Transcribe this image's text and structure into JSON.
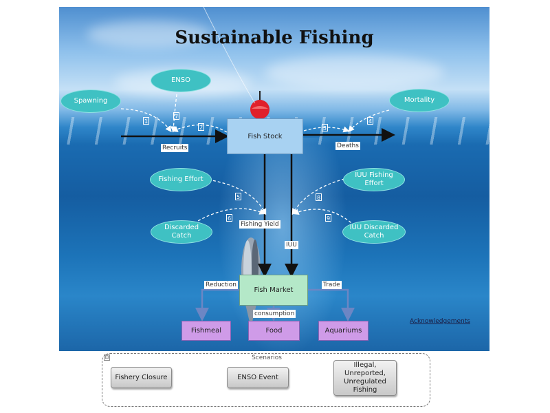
{
  "title": "Sustainable Fishing",
  "nodes": {
    "spawning": "Spawning",
    "enso": "ENSO",
    "mortality": "Mortality",
    "fishing_effort": "Fishing Effort",
    "iuu_fishing_effort": "IUU Fishing Effort",
    "discarded_catch": "Discarded Catch",
    "iuu_discarded_catch": "IUU Discarded Catch",
    "fish_stock": "Fish Stock",
    "fish_market": "Fish Market",
    "fishmeal": "Fishmeal",
    "food": "Food",
    "aquariums": "Aquariums"
  },
  "flows": {
    "recruits": "Recruits",
    "deaths": "Deaths",
    "fishing_yield": "Fishing Yield",
    "iuu": "IUU",
    "reduction": "Reduction",
    "consumption": "consumption",
    "trade": "Trade"
  },
  "links": [
    "1",
    "2",
    "3",
    "4",
    "5",
    "6",
    "7",
    "8",
    "9"
  ],
  "acknowledgements": "Acknowledgements",
  "scenarios": {
    "title": "Scenarios",
    "collapse_symbol": "⊟",
    "buttons": [
      "Fishery Closure",
      "ENSO Event",
      "Illegal, Unreported, Unregulated Fishing"
    ]
  },
  "colors": {
    "auxiliary": "#3fc1c3",
    "stock": "#a8d2f2",
    "market": "#b4e8c8",
    "product": "#cf9be8"
  }
}
